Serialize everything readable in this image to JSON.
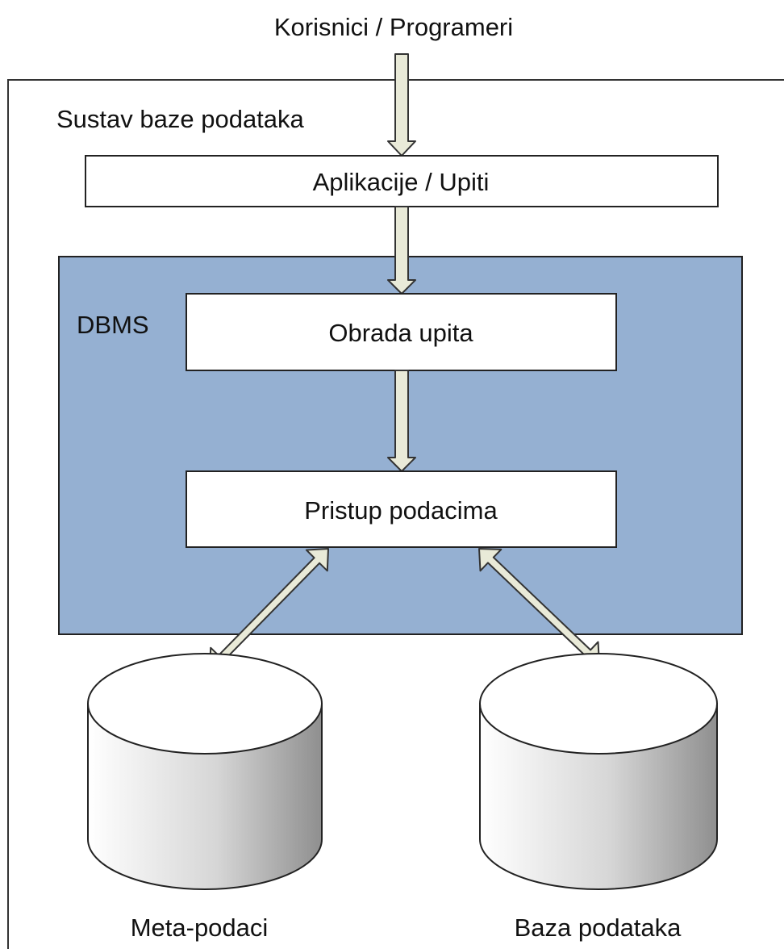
{
  "diagram": {
    "top_label": "Korisnici / Programeri",
    "system": {
      "title": "Sustav baze podataka"
    },
    "applications_box": {
      "label": "Aplikacije / Upiti"
    },
    "dbms": {
      "label": "DBMS",
      "query_processing": "Obrada upita",
      "data_access": "Pristup podacima"
    },
    "storage": {
      "metadata": "Meta-podaci",
      "database": "Baza podataka"
    },
    "colors": {
      "dbms_fill": "#95b0d2",
      "arrow_fill": "#e9ead8",
      "cylinder_light": "#ffffff",
      "cylinder_dark": "#9a9a9a",
      "outline": "#000000"
    }
  }
}
